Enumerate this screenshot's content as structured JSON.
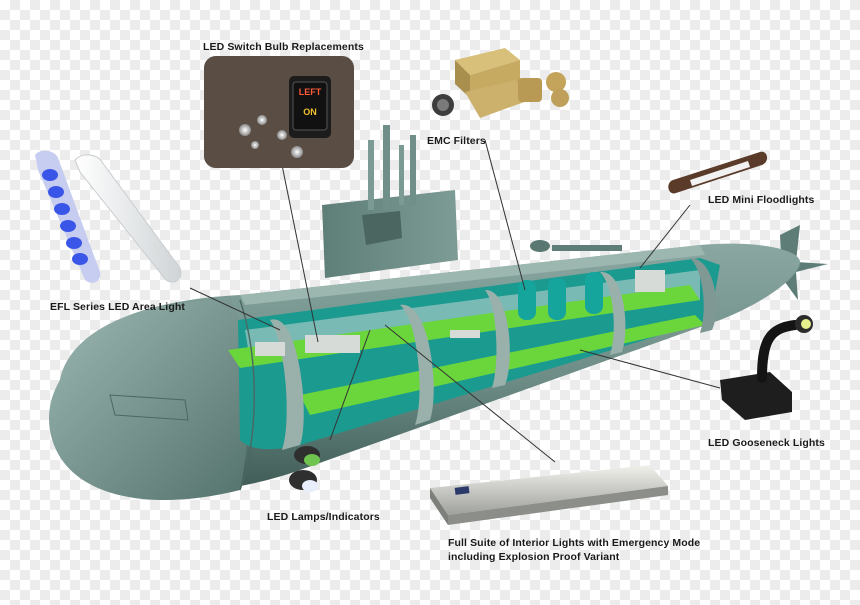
{
  "labels": {
    "switch_bulb": "LED Switch Bulb Replacements",
    "emc_filters": "EMC Filters",
    "mini_floodlights": "LED Mini Floodlights",
    "efl_series": "EFL Series LED Area Light",
    "gooseneck": "LED Gooseneck Lights",
    "lamps_indicators": "LED Lamps/Indicators",
    "interior_line1": "Full Suite of Interior Lights with Emergency Mode",
    "interior_line2": "including Explosion Proof Variant"
  },
  "switch_text": {
    "top": "LEFT",
    "bottom": "ON"
  },
  "colors": {
    "hull": "#6f8f88",
    "hull_dark": "#3f5c57",
    "deck": "#69d33a",
    "interior": "#0f8e86",
    "led_blue": "#3a56e8"
  }
}
